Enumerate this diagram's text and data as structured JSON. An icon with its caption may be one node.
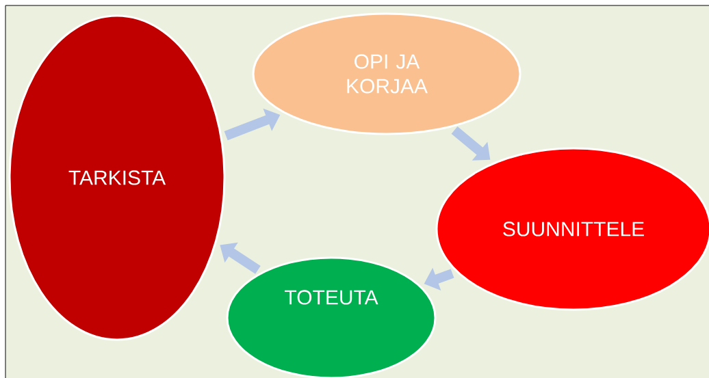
{
  "diagram": {
    "nodes": [
      {
        "text": [
          "TARKISTA"
        ]
      },
      {
        "text": [
          "OPI JA KORJAA"
        ]
      },
      {
        "text": [
          "SUUNNITTELE"
        ]
      },
      {
        "text": [
          "TOTEUTA"
        ]
      }
    ],
    "edges": [
      {
        "from": 0,
        "to": 1,
        "arrow": "to"
      },
      {
        "from": 1,
        "to": 2,
        "arrow": "to"
      },
      {
        "from": 2,
        "to": 3,
        "arrow": "to"
      },
      {
        "from": 3,
        "to": 0,
        "arrow": "to"
      }
    ]
  }
}
